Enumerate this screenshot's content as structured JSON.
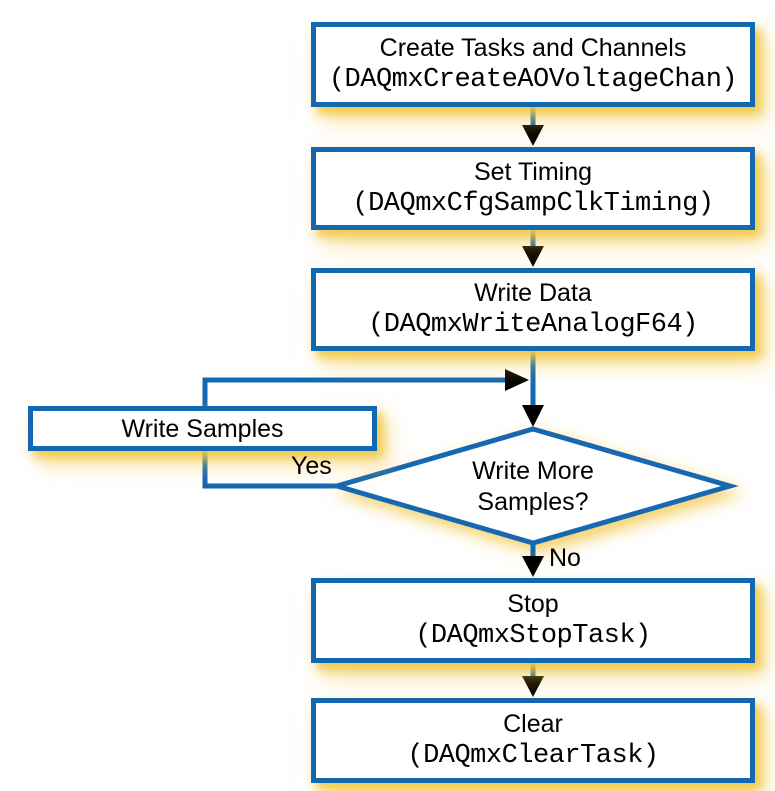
{
  "colors": {
    "line_blue": "#1268B1",
    "glow_gold": "#F2C846",
    "box_fill": "#FFFFFF",
    "arrowhead_black": "#000000",
    "text_black": "#000000"
  },
  "nodes": {
    "create": {
      "title": "Create Tasks and Channels",
      "function": "(DAQmxCreateAOVoltageChan)"
    },
    "timing": {
      "title": "Set Timing",
      "function": "(DAQmxCfgSampClkTiming)"
    },
    "write": {
      "title": "Write Data",
      "function": "(DAQmxWriteAnalogF64)"
    },
    "write_samples": {
      "title": "Write Samples"
    },
    "decision": {
      "line1": "Write More",
      "line2": "Samples?"
    },
    "stop": {
      "title": "Stop",
      "function": "(DAQmxStopTask)"
    },
    "clear": {
      "title": "Clear",
      "function": "(DAQmxClearTask)"
    }
  },
  "labels": {
    "yes": "Yes",
    "no": "No"
  }
}
